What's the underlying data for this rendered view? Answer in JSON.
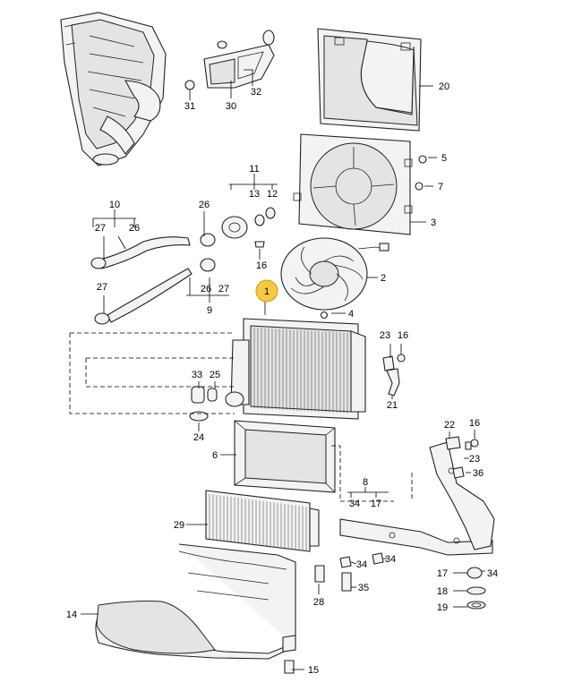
{
  "callouts": {
    "c1": "1",
    "c2": "2",
    "c3": "3",
    "c4": "4",
    "c5": "5",
    "c6": "6",
    "c7": "7",
    "c8": "8",
    "c9": "9",
    "c10": "10",
    "c11": "11",
    "c12": "12",
    "c13": "13",
    "c14": "14",
    "c15": "15",
    "c16a": "16",
    "c16b": "16",
    "c16c": "16",
    "c17a": "17",
    "c17b": "17",
    "c18": "18",
    "c19": "19",
    "c20": "20",
    "c21": "21",
    "c22": "22",
    "c23a": "23",
    "c23b": "23",
    "c24": "24",
    "c25": "25",
    "c26a": "26",
    "c26b": "26",
    "c26c": "26",
    "c27a": "27",
    "c27b": "27",
    "c27c": "27",
    "c28": "28",
    "c29": "29",
    "c30": "30",
    "c31": "31",
    "c32": "32",
    "c33": "33",
    "c34a": "34",
    "c34b": "34",
    "c34c": "34",
    "c34d": "34",
    "c35": "35",
    "c36": "36"
  },
  "colors": {
    "highlight": "#f6c945",
    "highlight_stroke": "#c99a18",
    "ink": "#222222"
  }
}
